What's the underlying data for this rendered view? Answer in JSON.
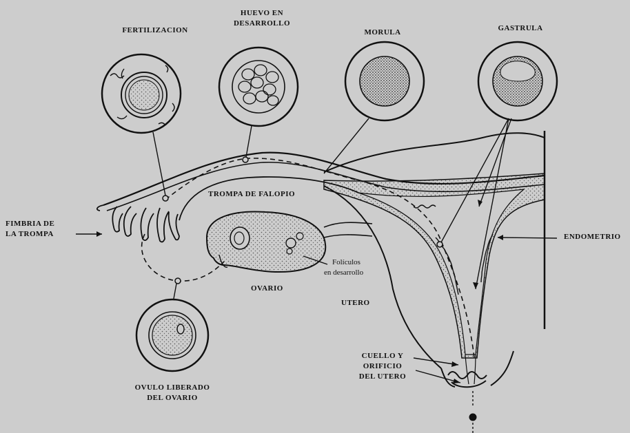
{
  "labels": {
    "fertilizacion": "FERTILIZACION",
    "huevo_line1": "HUEVO EN",
    "huevo_line2": "DESARROLLO",
    "morula": "MORULA",
    "gastrula": "GASTRULA",
    "trompa": "TROMPA DE FALOPIO",
    "fimbria_line1": "FIMBRIA DE",
    "fimbria_line2": "LA TROMPA",
    "endometrio": "ENDOMETRIO",
    "foliculos_line1": "Folículos",
    "foliculos_line2": "en desarrollo",
    "ovario": "OVARIO",
    "utero": "UTERO",
    "cuello_line1": "CUELLO Y",
    "cuello_line2": "ORIFICIO",
    "cuello_line3": "DEL UTERO",
    "ovulo_line1": "OVULO LIBERADO",
    "ovulo_line2": "DEL OVARIO"
  },
  "colors": {
    "background": "#cdcdcd",
    "ink": "#111111",
    "stipple": "#555555"
  }
}
